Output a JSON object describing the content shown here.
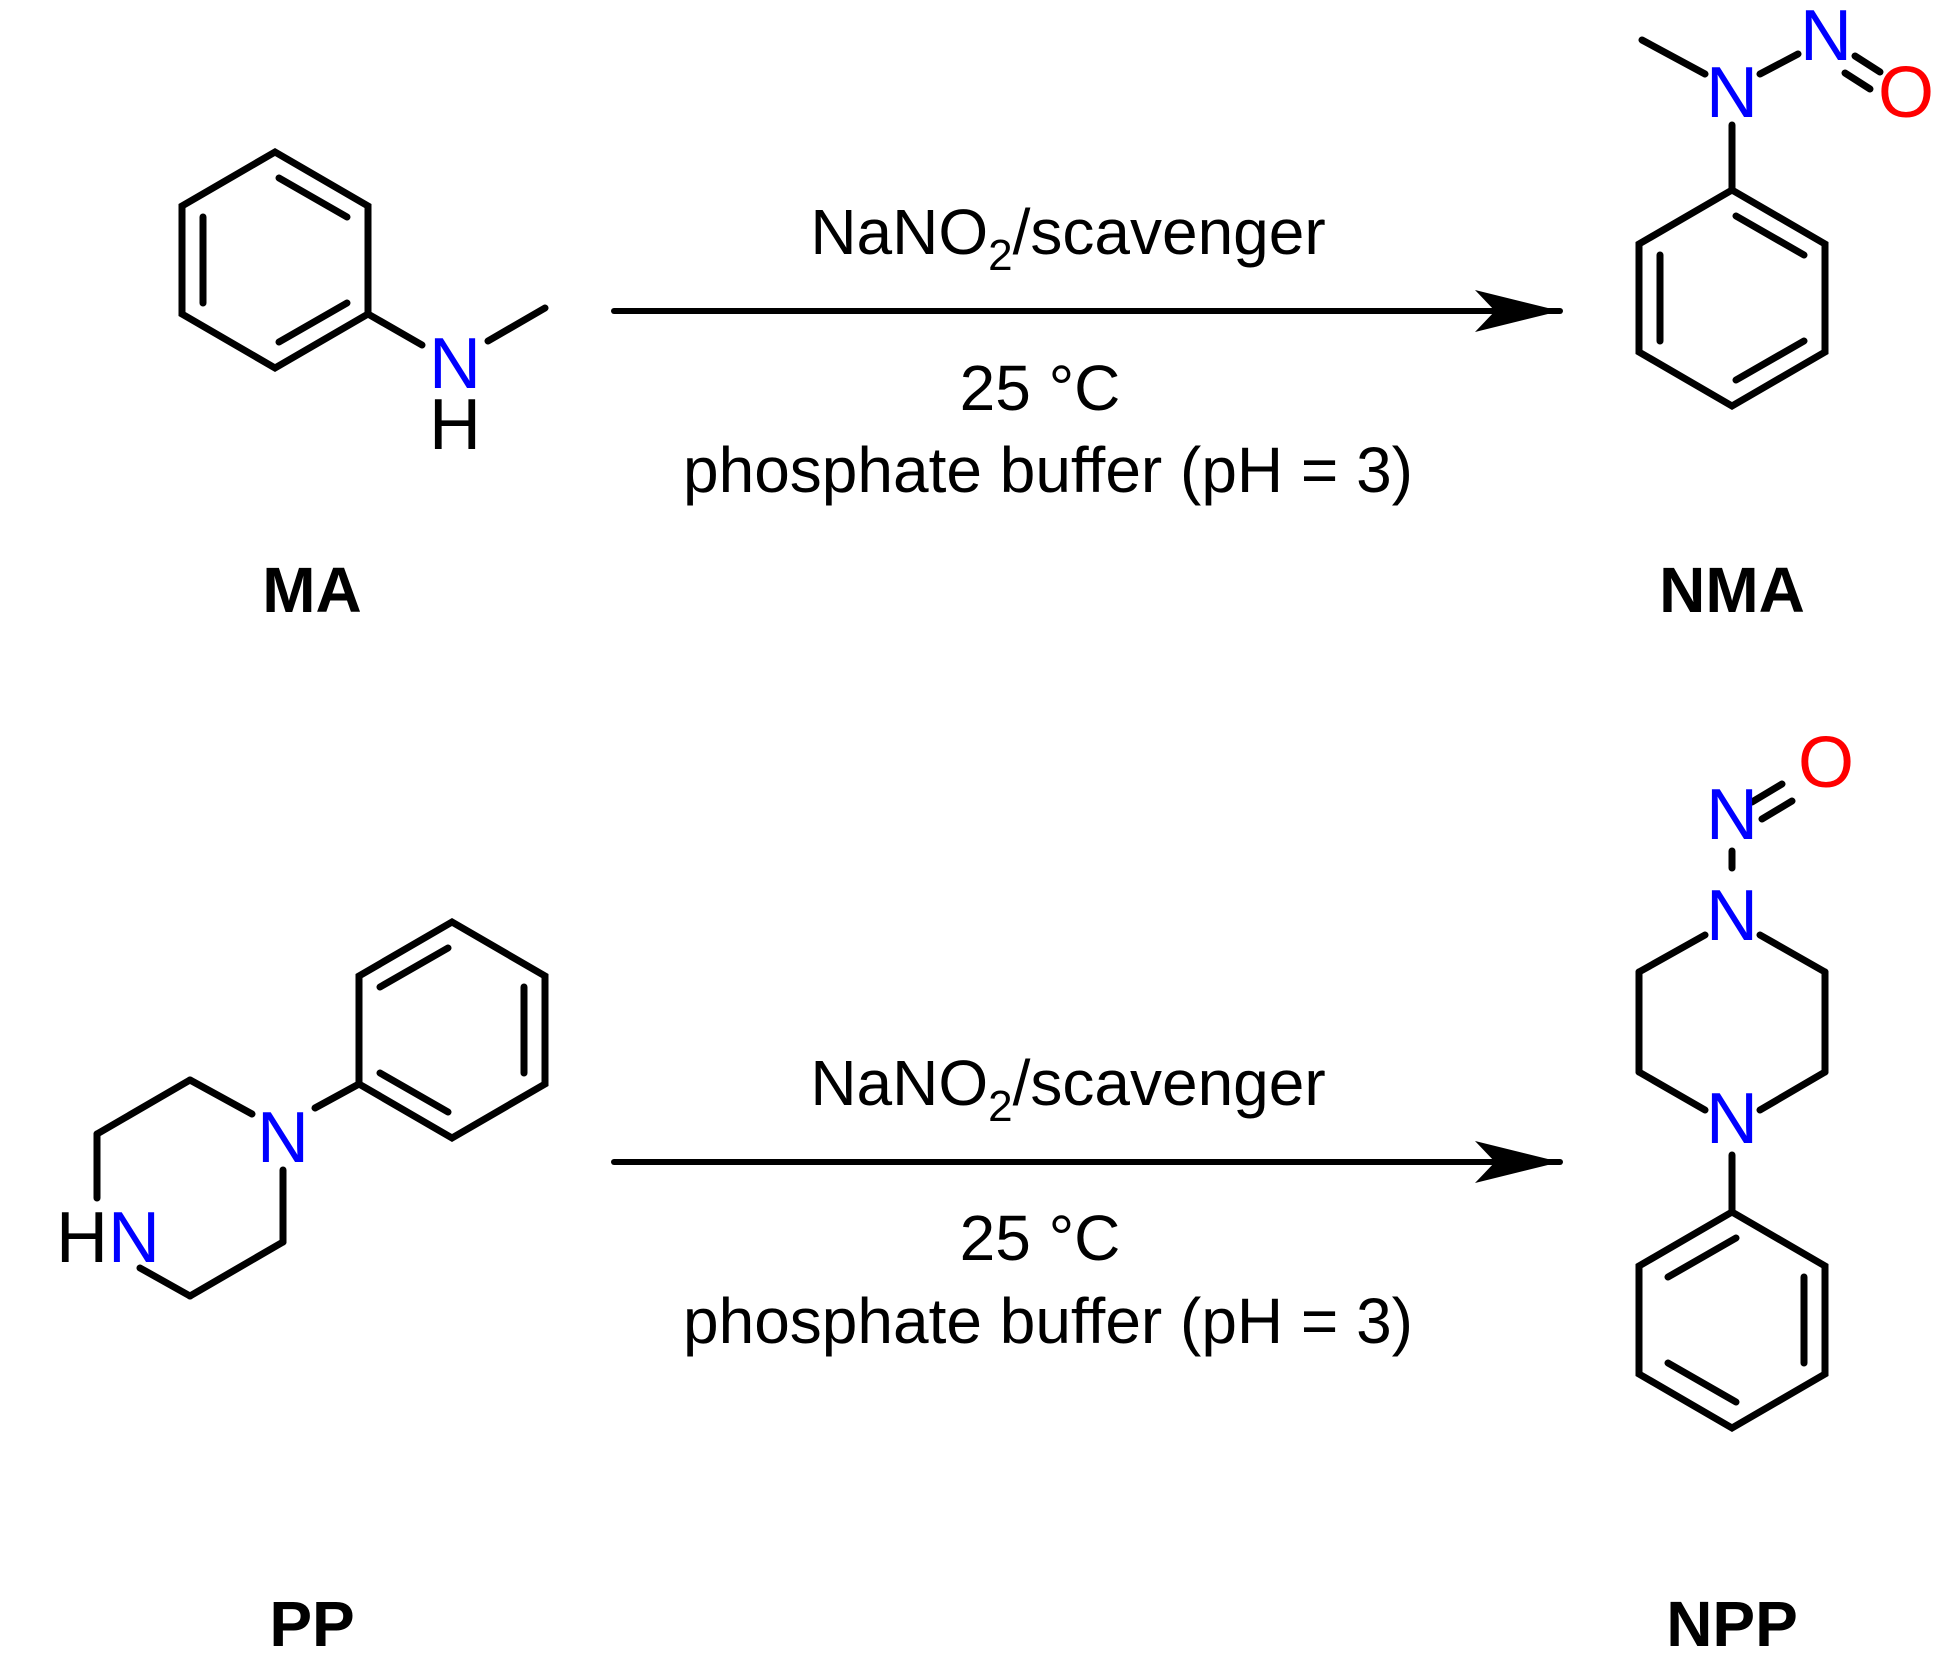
{
  "colors": {
    "bond": "#000000",
    "nitrogen": "#0000ff",
    "oxygen": "#ff0000",
    "text": "#000000"
  },
  "atoms": {
    "N": "N",
    "H": "H",
    "HN_H": "H",
    "HN_N": "N",
    "O": "O"
  },
  "reactions": [
    {
      "reactant": "MA",
      "product": "NMA",
      "reagent_main": "NaNO",
      "reagent_sub": "2",
      "reagent_tail": "/scavenger",
      "temperature": "25 °C",
      "medium": "phosphate buffer (pH = 3)"
    },
    {
      "reactant": "PP",
      "product": "NPP",
      "reagent_main": "NaNO",
      "reagent_sub": "2",
      "reagent_tail": "/scavenger",
      "temperature": "25 °C",
      "medium": "phosphate buffer (pH = 3)"
    }
  ]
}
